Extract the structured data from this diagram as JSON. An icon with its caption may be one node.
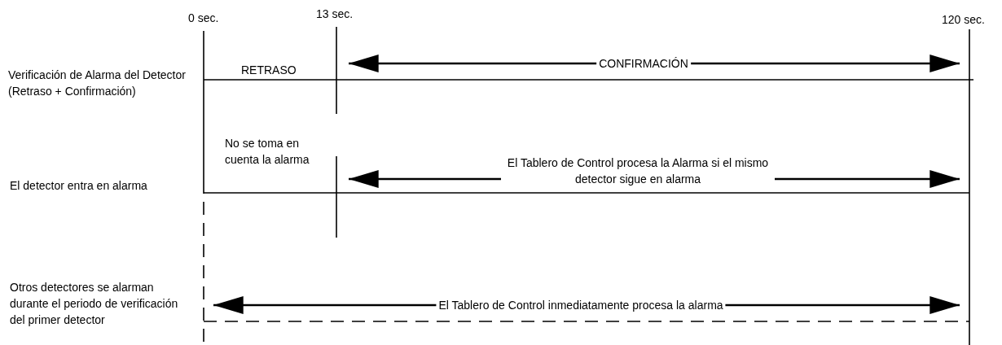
{
  "diagram": {
    "labels": [
      "0 sec.",
      "13 sec.",
      "120 sec.",
      "Verificación de Alarma del Detector (Retraso + Confirmación)",
      "RETRASO",
      "CONFIRMACIÓN",
      "No se toma en cuenta la alarma",
      "El Tablero de Control procesa la Alarma si el mismo detector sigue en alarma",
      "El detector entra en alarma",
      "Otros detectores se alarman durante el periodo de verificación del primer detector",
      "El Tablero de Control inmediatamente procesa la alarma"
    ]
  }
}
